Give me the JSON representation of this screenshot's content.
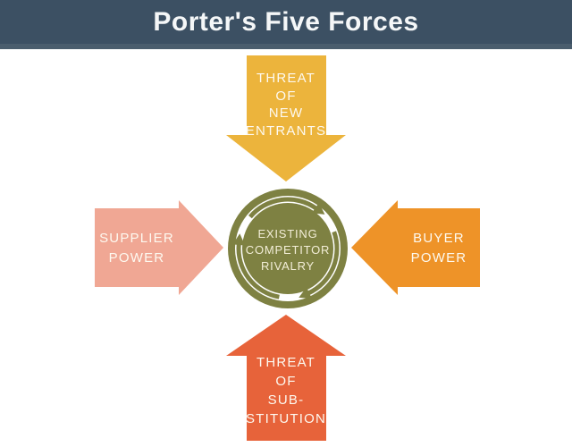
{
  "header": {
    "title": "Porter's Five Forces",
    "background": "#3c5063",
    "strip_color": "#4a5d6d",
    "text_color": "#f5f7f8"
  },
  "center": {
    "label": "EXISTING\nCOMPETITOR\nRIVALRY",
    "color": "#7e8142",
    "ring_color": "#ffffff",
    "text_color": "#f3eed8",
    "icon": "clockwise-rotation-arrows"
  },
  "forces": [
    {
      "id": "threat-of-new-entrants",
      "label": "THREAT\nOF\nNEW\nENTRANTS",
      "direction": "down",
      "color": "#ecb43c"
    },
    {
      "id": "supplier-power",
      "label": "SUPPLIER\nPOWER",
      "direction": "right",
      "color": "#f0a794"
    },
    {
      "id": "buyer-power",
      "label": "BUYER\nPOWER",
      "direction": "left",
      "color": "#ee9328"
    },
    {
      "id": "threat-of-substitution",
      "label": "THREAT\nOF\nSUB-\nSTITUTION",
      "direction": "up",
      "color": "#e7633a"
    }
  ]
}
